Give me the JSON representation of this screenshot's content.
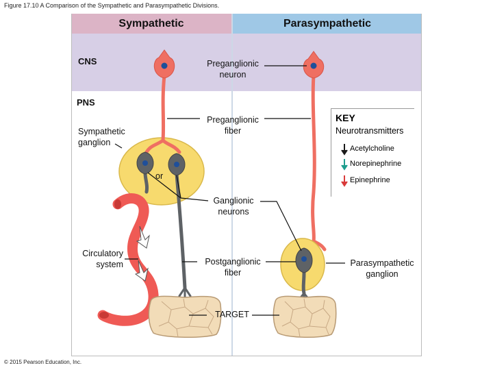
{
  "figure_title": "Figure 17.10 A Comparison of the Sympathetic and Parasympathetic Divisions.",
  "headers": {
    "sympathetic": "Sympathetic",
    "parasympathetic": "Parasympathetic"
  },
  "regions": {
    "cns": "CNS",
    "pns": "PNS"
  },
  "labels": {
    "preganglionic_neuron": [
      "Preganglionic",
      "neuron"
    ],
    "preganglionic_fiber": [
      "Preganglionic",
      "fiber"
    ],
    "sympathetic_ganglion": [
      "Sympathetic",
      "ganglion"
    ],
    "or": "or",
    "ganglionic_neurons": [
      "Ganglionic",
      "neurons"
    ],
    "circulatory_system": [
      "Circulatory",
      "system"
    ],
    "postganglionic_fiber": [
      "Postganglionic",
      "fiber"
    ],
    "target": "TARGET",
    "parasympathetic_ganglion": [
      "Parasympathetic",
      "ganglion"
    ]
  },
  "key": {
    "title": "KEY",
    "subtitle": "Neurotransmitters",
    "items": [
      {
        "label": "Acetylcholine",
        "color": "#1a1a1a"
      },
      {
        "label": "Norepinephrine",
        "color": "#1f9e8e"
      },
      {
        "label": "Epinephrine",
        "color": "#d93a3a"
      }
    ]
  },
  "copyright": "© 2015 Pearson Education, Inc.",
  "colors": {
    "neuron": "#ef6f62",
    "nucleus": "#1f4f9a",
    "ganglion": "#f7da6e",
    "ganglionic_neuron": "#5e6266",
    "target_tissue": "#f2dcb8",
    "vessel": "#ef5a55"
  }
}
